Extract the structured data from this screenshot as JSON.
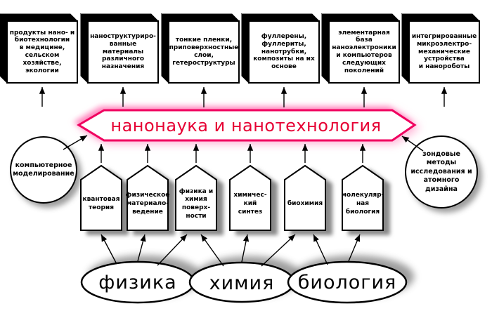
{
  "banner": {
    "label": "нанонаука и нанотехнология"
  },
  "colors": {
    "banner_stroke": "#f0005f",
    "banner_text": "#e60033"
  },
  "top_boxes": [
    "продукты нано- и\nбиотехнологии\nв медицине,\nсельском\nхозяйстве,\nэкологии",
    "наноструктуриро-\nванные материалы\nразличного\nназначения",
    "тонкие пленки,\nприповерхностные\nслои,\nгетероструктуры",
    "фуллерены,\nфуллериты,\nнанотрубки,\nкомпозиты на их\nоснове",
    "элементарная база\nнаноэлектроники\nи компьютеров\nследующих\nпоколений",
    "интегрированные\nмикроэлектро-\nмеханические\nустройства\nи нанороботы"
  ],
  "circles": {
    "left": "компьютерное\nмоделирование",
    "right": "зондовые методы\nисследования и\nатомного дизайна"
  },
  "disciplines": [
    "квантовая\nтеория",
    "физическое\nматериало-\nведение",
    "физика и\nхимия\nповерх-\nности",
    "химичес-\nкий синтез",
    "биохимия",
    "молекуляр-\nная\nбиология"
  ],
  "sciences": [
    "физика",
    "химия",
    "биология"
  ]
}
